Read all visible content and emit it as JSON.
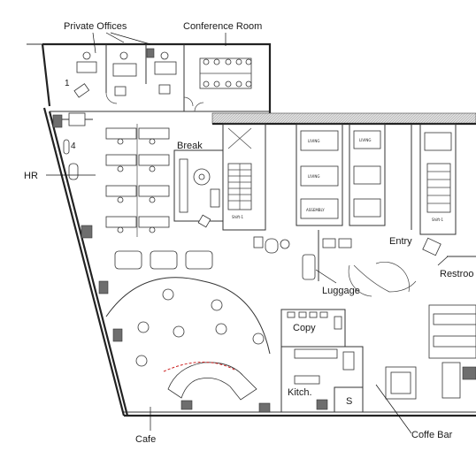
{
  "labels": {
    "private_offices": "Private Offices",
    "conference_room": "Conference Room",
    "break": "Break",
    "hr": "HR",
    "entry": "Entry",
    "restroom": "Restroo",
    "luggage": "Luggage",
    "copy": "Copy",
    "kitch": "Kitch.",
    "s": "S",
    "cafe": "Cafe",
    "coffe_bar": "Coffe Bar",
    "num_1": "1",
    "num_4": "4"
  },
  "elevator_tags": {
    "left_lower": "Shift-1",
    "right_lower": "Shift-1",
    "lobby_1": "LIVING",
    "lobby_2": "LIVING",
    "lobby_3": "LIVING",
    "lobby_4": "ASSEMBLY"
  }
}
